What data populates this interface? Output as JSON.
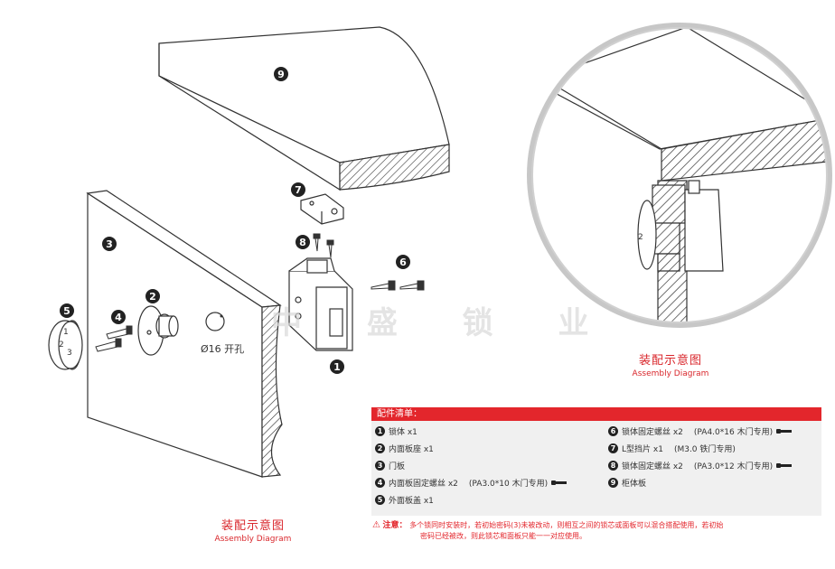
{
  "callouts": {
    "n1": "1",
    "n2": "2",
    "n3": "3",
    "n4": "4",
    "n5": "5",
    "n6": "6",
    "n7": "7",
    "n8": "8",
    "n9": "9"
  },
  "hole_label": "Ø16 开孔",
  "watermark": "中 盛 锁 业",
  "zoom_keypad_digit": "2",
  "caption_left": {
    "cn": "装配示意图",
    "en": "Assembly Diagram"
  },
  "caption_right": {
    "cn": "装配示意图",
    "en": "Assembly Diagram"
  },
  "parts_list": {
    "title": "配件清单：",
    "left": [
      {
        "num": "1",
        "name": "锁体 x1",
        "spec": ""
      },
      {
        "num": "2",
        "name": "内面板座 x1",
        "spec": ""
      },
      {
        "num": "3",
        "name": "门板",
        "spec": ""
      },
      {
        "num": "4",
        "name": "内面板固定螺丝 x2",
        "spec": "(PA3.0*10 木门专用)"
      },
      {
        "num": "5",
        "name": "外面板盖 x1",
        "spec": ""
      }
    ],
    "right": [
      {
        "num": "6",
        "name": "锁体固定螺丝 x2",
        "spec": "(PA4.0*16 木门专用)"
      },
      {
        "num": "7",
        "name": "L型挡片 x1",
        "spec": "(M3.0 铁门专用)"
      },
      {
        "num": "8",
        "name": "锁体固定螺丝 x2",
        "spec": "(PA3.0*12 木门专用)"
      },
      {
        "num": "9",
        "name": "柜体板",
        "spec": ""
      }
    ]
  },
  "notice": {
    "icon": "warning-triangle-icon",
    "label": "注意：",
    "line1": "多个锁同时安装时，若初始密码(3)未被改动，则相互之间的锁芯或面板可以混合搭配使用，若初始",
    "line2": "密码已经被改，则此锁芯和面板只能一一对应使用。"
  },
  "colors": {
    "accent": "#e3262c",
    "panel": "#f0f0f0",
    "line": "#333333"
  }
}
